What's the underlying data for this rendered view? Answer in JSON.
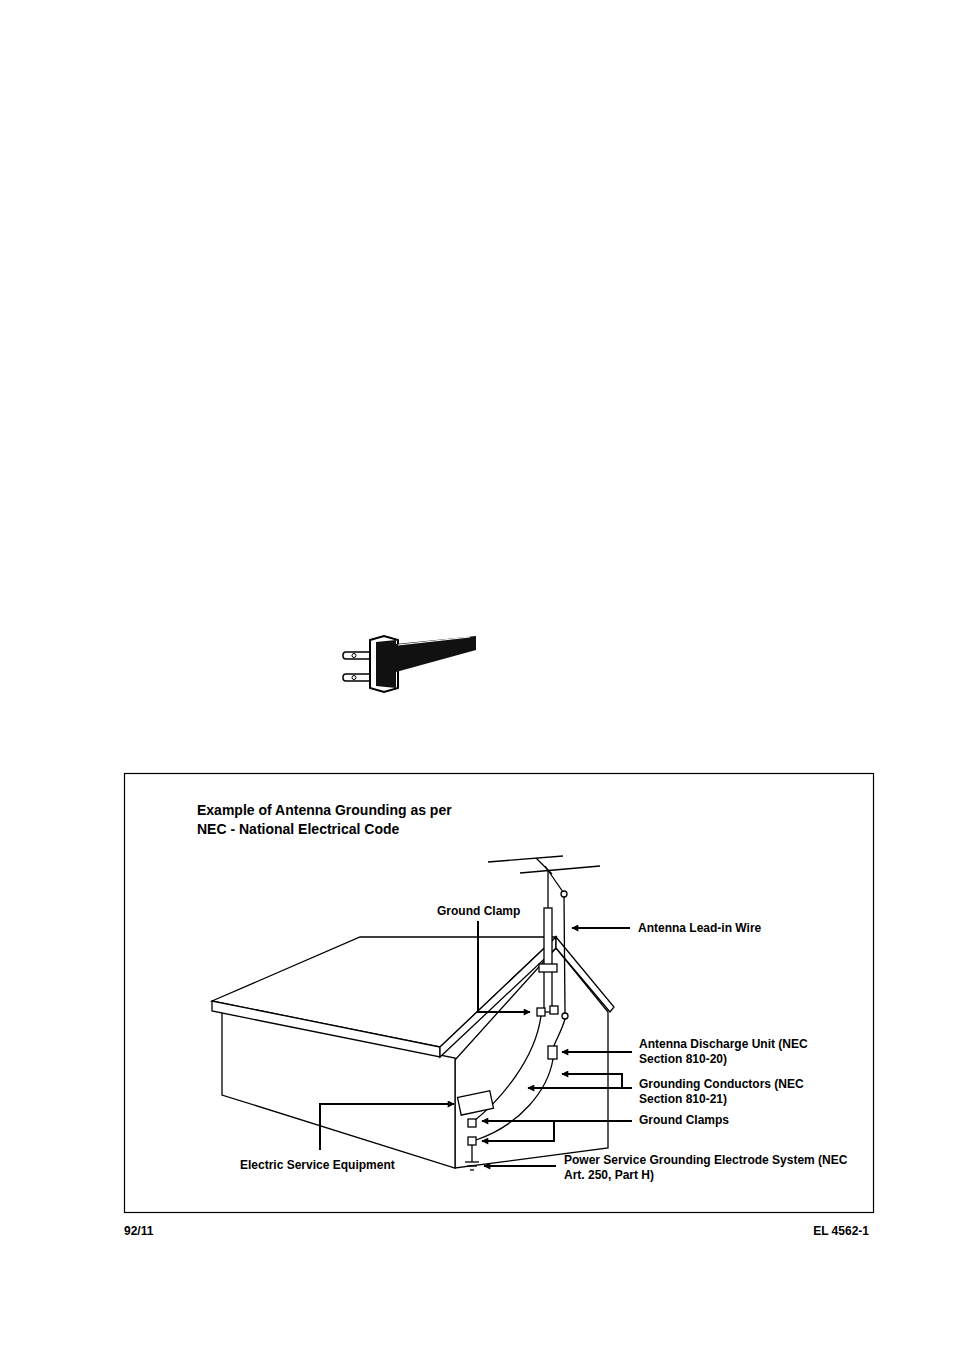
{
  "diagram": {
    "title": "Example of Antenna Grounding as per NEC - National Electrical Code",
    "labels": [
      "Ground Clamp",
      "Antenna Lead-in Wire",
      "Antenna Discharge Unit (NEC Section 810-20)",
      "Grounding Conductors (NEC Section 810-21)",
      "Ground Clamps",
      "Electric Service Equipment",
      "Power Service Grounding Electrode System (NEC Art. 250, Part H)",
      "92/11",
      "EL 4562-1"
    ]
  }
}
